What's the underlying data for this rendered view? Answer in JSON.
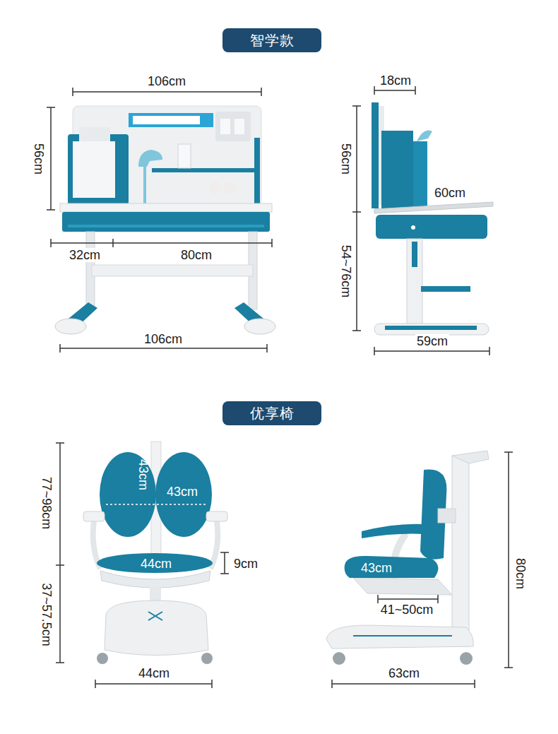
{
  "diagram": {
    "nodes": [
      {
        "text": [
          "智学款"
        ]
      },
      {
        "text": [
          "优享椅"
        ]
      }
    ],
    "labels": [
      "106cm",
      "56cm",
      "32cm",
      "80cm",
      "106cm",
      "18cm",
      "56cm",
      "60cm",
      "54~76cm",
      "59cm",
      "77~98cm",
      "43cm",
      "43cm",
      "44cm",
      "9cm",
      "37~57.5cm",
      "44cm",
      "43cm",
      "41~50cm",
      "80cm",
      "63cm"
    ]
  }
}
